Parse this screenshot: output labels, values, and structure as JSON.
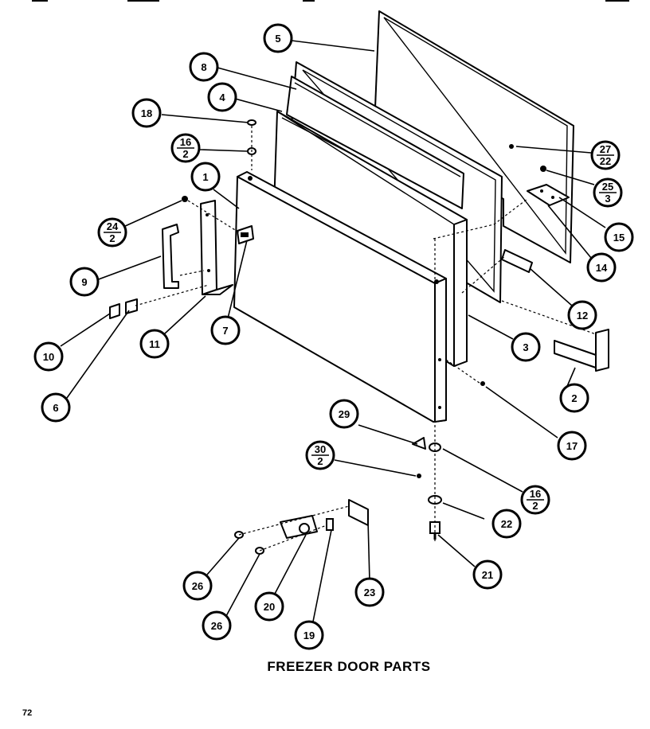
{
  "title": "FREEZER DOOR PARTS",
  "page_number": "72",
  "callouts": [
    {
      "id": "c5",
      "num": "5"
    },
    {
      "id": "c8",
      "num": "8"
    },
    {
      "id": "c4",
      "num": "4"
    },
    {
      "id": "c18",
      "num": "18"
    },
    {
      "id": "c16a",
      "num": "16",
      "den": "2"
    },
    {
      "id": "c1",
      "num": "1"
    },
    {
      "id": "c24",
      "num": "24",
      "den": "2"
    },
    {
      "id": "c9",
      "num": "9"
    },
    {
      "id": "c10",
      "num": "10"
    },
    {
      "id": "c6",
      "num": "6"
    },
    {
      "id": "c11",
      "num": "11"
    },
    {
      "id": "c7",
      "num": "7"
    },
    {
      "id": "c27",
      "num": "27",
      "den": "22"
    },
    {
      "id": "c25",
      "num": "25",
      "den": "3"
    },
    {
      "id": "c15",
      "num": "15"
    },
    {
      "id": "c14",
      "num": "14"
    },
    {
      "id": "c12",
      "num": "12"
    },
    {
      "id": "c3",
      "num": "3"
    },
    {
      "id": "c2",
      "num": "2"
    },
    {
      "id": "c17",
      "num": "17"
    },
    {
      "id": "c29",
      "num": "29"
    },
    {
      "id": "c30",
      "num": "30",
      "den": "2"
    },
    {
      "id": "c16b",
      "num": "16",
      "den": "2"
    },
    {
      "id": "c22",
      "num": "22"
    },
    {
      "id": "c21",
      "num": "21"
    },
    {
      "id": "c26a",
      "num": "26"
    },
    {
      "id": "c20",
      "num": "20"
    },
    {
      "id": "c23",
      "num": "23"
    },
    {
      "id": "c26b",
      "num": "26"
    },
    {
      "id": "c19",
      "num": "19"
    }
  ]
}
